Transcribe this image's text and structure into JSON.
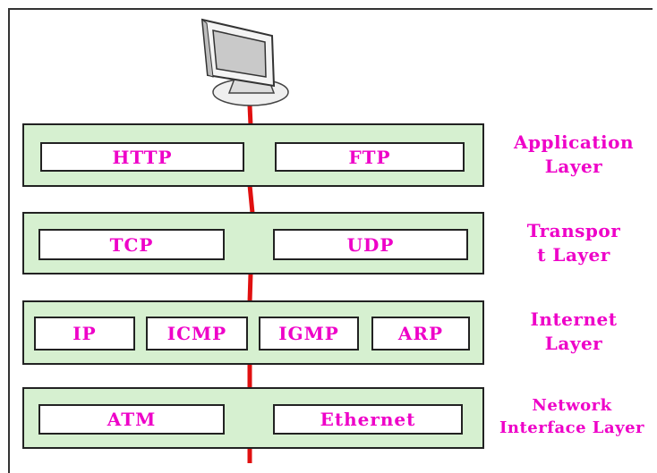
{
  "layers": [
    {
      "label": "Application\nLayer",
      "protocols": [
        "HTTP",
        "FTP"
      ]
    },
    {
      "label": "Transpor\nt Layer",
      "protocols": [
        "TCP",
        "UDP"
      ]
    },
    {
      "label": "Internet\nLayer",
      "protocols": [
        "IP",
        "ICMP",
        "IGMP",
        "ARP"
      ]
    },
    {
      "label": "Network\nInterface Layer",
      "protocols": [
        "ATM",
        "Ethernet"
      ]
    }
  ],
  "colors": {
    "text": "#ee00c8",
    "layer_fill": "#d6f0d0",
    "connector": "#e01010"
  },
  "icons": {
    "top": "computer-monitor-icon"
  }
}
